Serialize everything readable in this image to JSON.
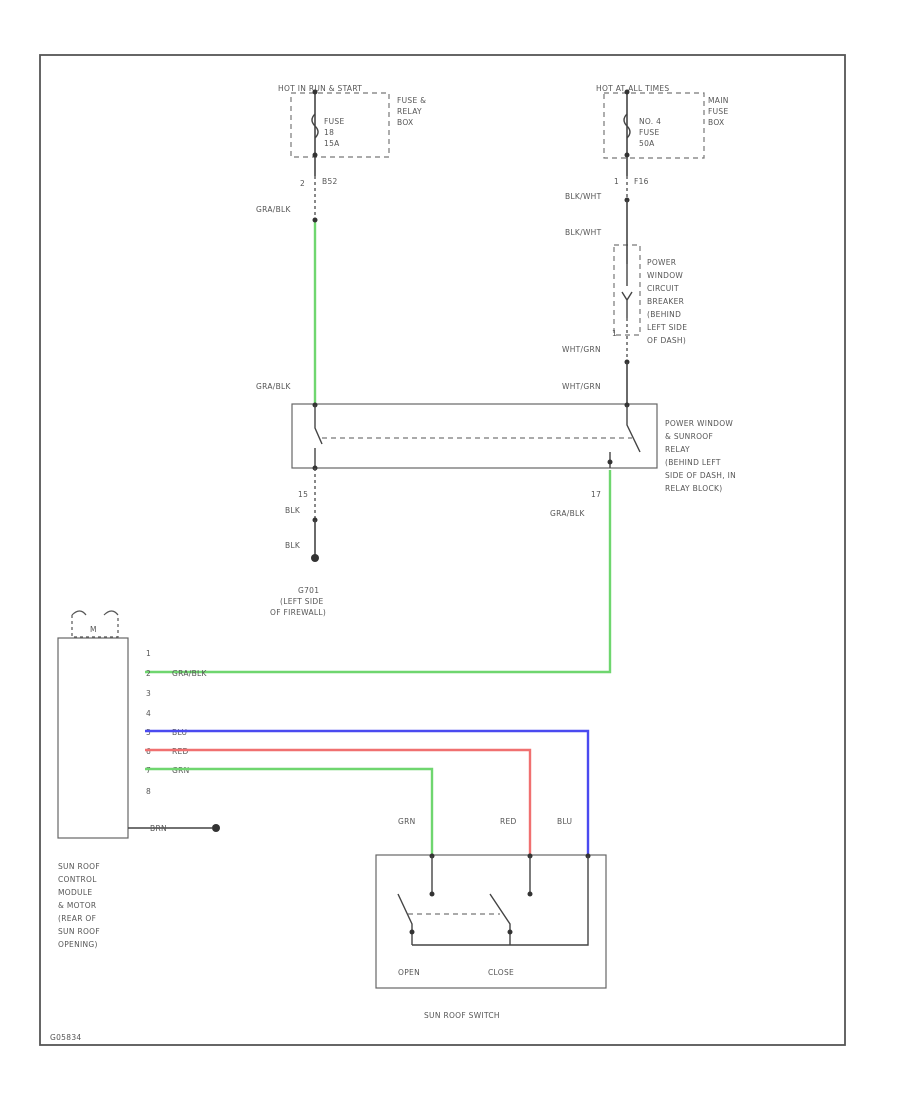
{
  "top_left_source": "HOT IN RUN & START",
  "fuse_relay_box_left": [
    "FUSE &",
    "RELAY",
    "BOX"
  ],
  "fuse_left": [
    "FUSE",
    "18",
    "15A"
  ],
  "top_right_source": "HOT AT ALL TIMES",
  "main_fuse_box": [
    "MAIN",
    "FUSE",
    "BOX"
  ],
  "fuse_right": [
    "NO. 4",
    "FUSE",
    "50A"
  ],
  "pin_b2": "2",
  "conn_b2": "B52",
  "pin_f1": "1",
  "conn_f1": "F16",
  "gra_blk_1": "GRA/BLK",
  "blk_wht_1": "BLK/WHT",
  "blk_wht_2": "BLK/WHT",
  "breaker_label": [
    "POWER",
    "WINDOW",
    "CIRCUIT",
    "BREAKER",
    "(BEHIND",
    "LEFT SIDE",
    "OF DASH)"
  ],
  "pin_breaker": "1",
  "wht_grn_1": "WHT/GRN",
  "wht_grn_2": "WHT/GRN",
  "gra_blk_2": "GRA/BLK",
  "relay_label": [
    "POWER WINDOW",
    "& SUNROOF",
    "RELAY",
    "(BEHIND LEFT",
    "SIDE OF DASH, IN",
    "RELAY BLOCK)"
  ],
  "pin_relay_left": "15",
  "blk_1": "BLK",
  "blk_2": "BLK",
  "pin_relay_right": "17",
  "gra_blk_3": "GRA/BLK",
  "ground_label": [
    "G701",
    "(LEFT SIDE",
    "OF FIREWALL)"
  ],
  "motor_symbol": "M",
  "module_pins": [
    "1",
    "2",
    "3",
    "4",
    "5",
    "6",
    "7",
    "8"
  ],
  "module_wire_gra_blk": "GRA/BLK",
  "module_wire_blu": "BLU",
  "module_wire_red": "RED",
  "module_wire_grn": "GRN",
  "module_ground_wire": "BRN",
  "module_label": [
    "SUN ROOF",
    "CONTROL",
    "MODULE",
    "& MOTOR",
    "(REAR OF",
    "SUN ROOF",
    "OPENING)"
  ],
  "switch_grn": "GRN",
  "switch_red": "RED",
  "switch_blu": "BLU",
  "switch_open": "OPEN",
  "switch_close": "CLOSE",
  "switch_label": "SUN ROOF SWITCH",
  "figure_code": "G05834",
  "wire_colors": {
    "green": "#6fd66f",
    "blue": "#4a4af0",
    "red": "#f07070"
  }
}
